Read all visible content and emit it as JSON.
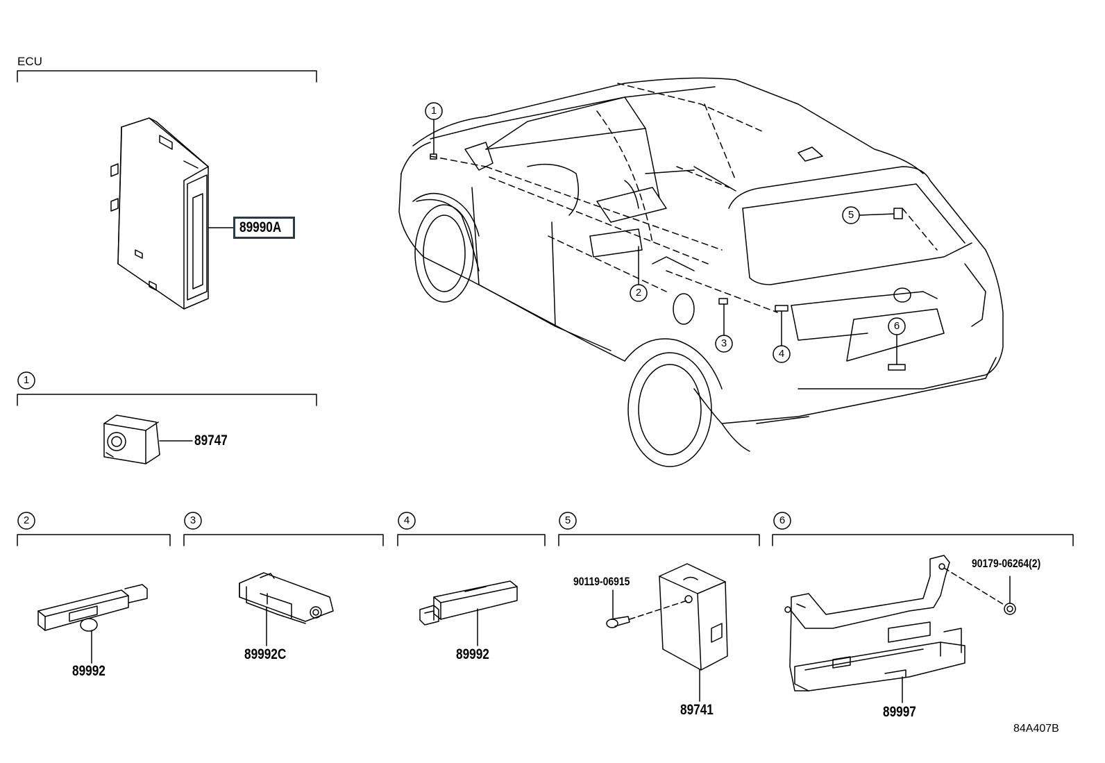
{
  "sections": {
    "ecu": {
      "label": "ECU",
      "part": "89990A"
    },
    "s1": {
      "num": "1",
      "part": "89747"
    },
    "s2": {
      "num": "2",
      "part": "89992"
    },
    "s3": {
      "num": "3",
      "part": "89992C"
    },
    "s4": {
      "num": "4",
      "part": "89992"
    },
    "s5": {
      "num": "5",
      "part": "89741",
      "bolt": "90119-06915"
    },
    "s6": {
      "num": "6",
      "part": "89997",
      "nut": "90179-06264(2)"
    }
  },
  "car_callouts": [
    "1",
    "2",
    "3",
    "4",
    "5",
    "6"
  ],
  "drawing_code": "84A407B"
}
